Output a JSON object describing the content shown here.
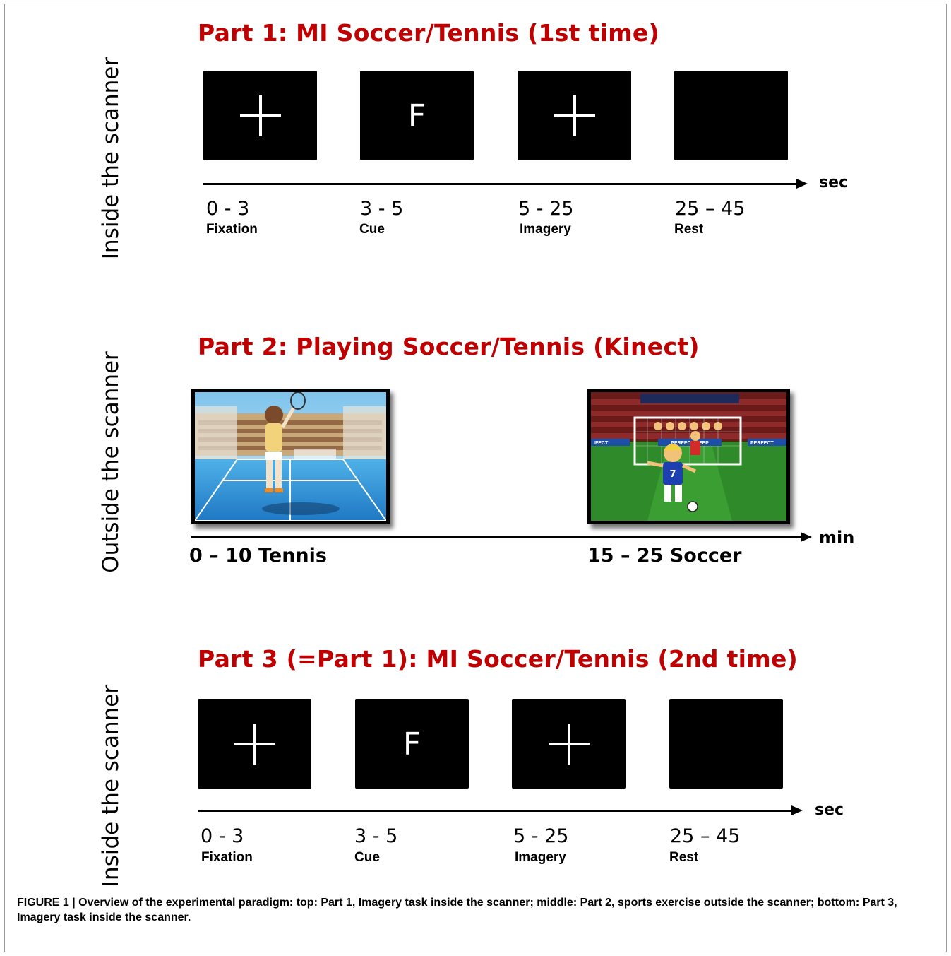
{
  "parts": [
    {
      "side_label": "Inside the scanner",
      "title": "Part 1: MI  Soccer/Tennis  (1st time)",
      "unit": "sec",
      "screens": [
        {
          "content": "cross",
          "range": "0 - 3",
          "phase": "Fixation"
        },
        {
          "content": "F",
          "range": "3 - 5",
          "phase": "Cue"
        },
        {
          "content": "cross",
          "range": "5 - 25",
          "phase": "Imagery"
        },
        {
          "content": "",
          "range": "25 – 45",
          "phase": "Rest"
        }
      ]
    },
    {
      "side_label": "Outside the scanner",
      "title": "Part 2: Playing  Soccer/Tennis  (Kinect)",
      "unit": "min",
      "games": [
        {
          "label": "0 – 10  Tennis",
          "scene_text": []
        },
        {
          "label": "15 – 25  Soccer",
          "scene_text": [
            "7",
            "PERFECT KEEP",
            "IFECT",
            "PERFECT"
          ]
        }
      ]
    },
    {
      "side_label": "Inside the scanner",
      "title": "Part 3 (=Part 1): MI Soccer/Tennis  (2nd time)",
      "unit": "sec",
      "screens": [
        {
          "content": "cross",
          "range": "0 - 3",
          "phase": "Fixation"
        },
        {
          "content": "F",
          "range": "3 - 5",
          "phase": "Cue"
        },
        {
          "content": "cross",
          "range": "5 - 25",
          "phase": "Imagery"
        },
        {
          "content": "",
          "range": "25 – 45",
          "phase": "Rest"
        }
      ]
    }
  ],
  "caption": "FIGURE 1 | Overview of the experimental paradigm: top: Part 1, Imagery task inside the scanner; middle: Part 2, sports exercise outside the scanner; bottom: Part 3, Imagery task inside the scanner.",
  "colors": {
    "title": "#c00000",
    "screen": "#000000",
    "tennis_court": "#2a8fd0",
    "soccer_pitch": "#2f8a2a"
  }
}
